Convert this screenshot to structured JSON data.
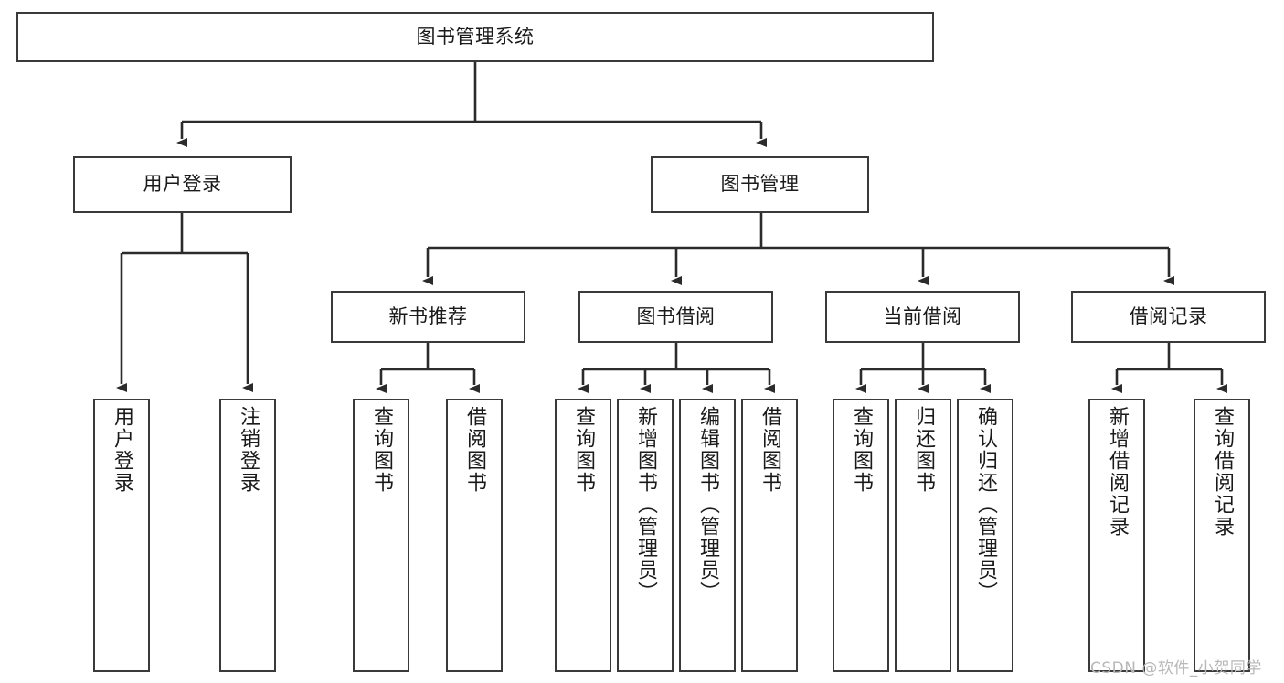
{
  "diagram": {
    "title": "图书管理系统",
    "type": "tree",
    "colors": {
      "background": "#ffffff",
      "node_border": "#3a3a3a",
      "node_fill": "#ffffff",
      "text": "#1a1a1a",
      "connector": "#2b2b2b",
      "watermark": "#b8b8b8"
    },
    "root": {
      "label": "图书管理系统"
    },
    "level2": [
      {
        "label": "用户登录"
      },
      {
        "label": "图书管理"
      }
    ],
    "level3": [
      {
        "label": "新书推荐"
      },
      {
        "label": "图书借阅"
      },
      {
        "label": "当前借阅"
      },
      {
        "label": "借阅记录"
      }
    ],
    "leaves": {
      "user_login": [
        {
          "label": "用户登录"
        },
        {
          "label": "注销登录"
        }
      ],
      "new_book_recommend": [
        {
          "label": "查询图书"
        },
        {
          "label": "借阅图书"
        }
      ],
      "book_borrow": [
        {
          "label": "查询图书"
        },
        {
          "label": "新增图书（管理员）"
        },
        {
          "label": "编辑图书（管理员）"
        },
        {
          "label": "借阅图书"
        }
      ],
      "current_borrow": [
        {
          "label": "查询图书"
        },
        {
          "label": "归还图书"
        },
        {
          "label": "确认归还（管理员）"
        }
      ],
      "borrow_record": [
        {
          "label": "新增借阅记录"
        },
        {
          "label": "查询借阅记录"
        }
      ]
    },
    "watermark": "CSDN @软件_小贺同学"
  }
}
